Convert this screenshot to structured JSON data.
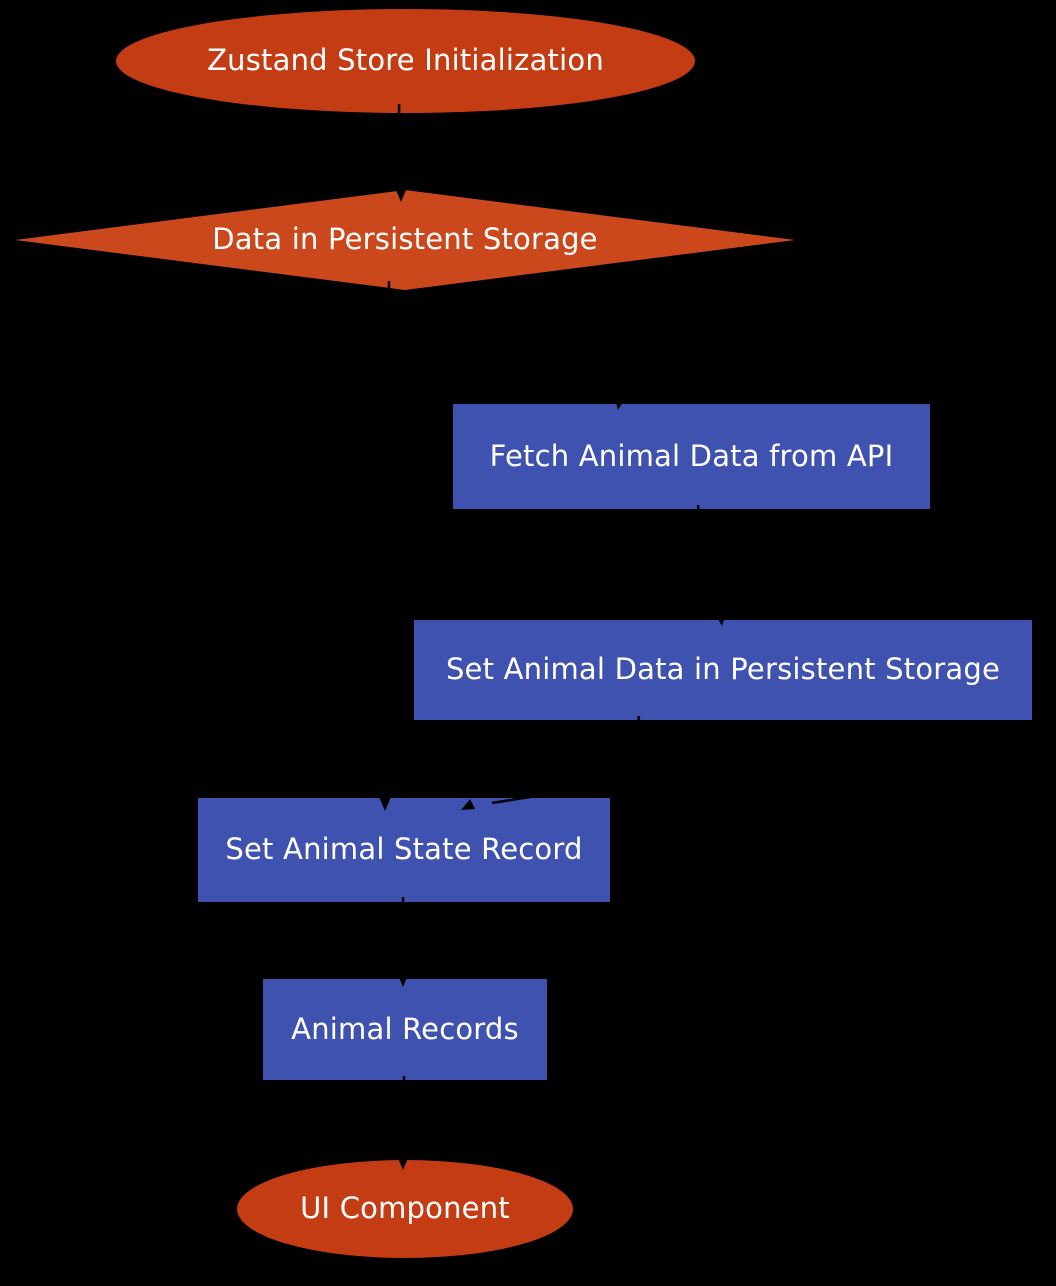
{
  "diagram": {
    "type": "flowchart",
    "background": "#000000",
    "colors": {
      "background": "#000000",
      "terminal": "#c43c14",
      "decision": "#cb481c",
      "process": "#4052b0",
      "text": "#ffffff",
      "edge": "#000000"
    },
    "nodes": [
      {
        "id": "start",
        "shape": "ellipse",
        "label": "Zustand Store Initialization"
      },
      {
        "id": "decision",
        "shape": "diamond",
        "label": "Data in Persistent Storage"
      },
      {
        "id": "fetch",
        "shape": "rect",
        "label": "Fetch Animal Data from API"
      },
      {
        "id": "setdata",
        "shape": "rect",
        "label": "Set Animal Data in Persistent Storage"
      },
      {
        "id": "setstate",
        "shape": "rect",
        "label": "Set Animal State Record"
      },
      {
        "id": "records",
        "shape": "rect",
        "label": "Animal Records"
      },
      {
        "id": "ui",
        "shape": "ellipse",
        "label": "UI Component"
      }
    ],
    "edges": [
      {
        "from": "start",
        "to": "decision"
      },
      {
        "from": "decision",
        "to": "fetch"
      },
      {
        "from": "decision",
        "to": "setstate"
      },
      {
        "from": "fetch",
        "to": "setdata"
      },
      {
        "from": "setdata",
        "to": "setstate"
      },
      {
        "from": "setstate",
        "to": "records"
      },
      {
        "from": "records",
        "to": "ui"
      }
    ]
  }
}
